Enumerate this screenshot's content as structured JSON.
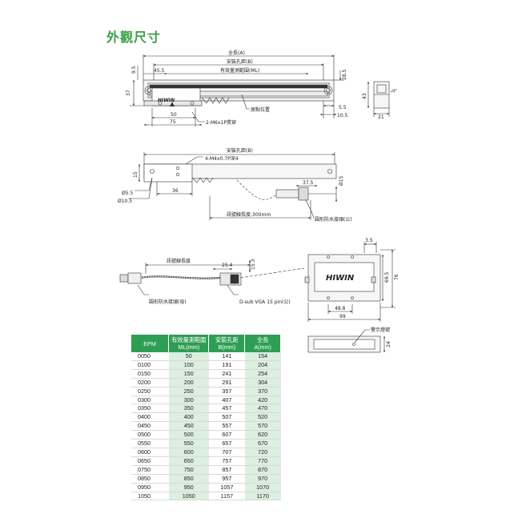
{
  "title": "外觀尺寸",
  "top_view": {
    "total_length": "全長(A)",
    "mount_pitch": "安裝孔距(B)",
    "measure_range": "有效量測範圍(ML)",
    "dim_45_5": "45.5",
    "dim_9_5": "9.5",
    "dim_37": "37",
    "dim_28_5": "28.5",
    "dim_50": "50",
    "dim_75": "75",
    "dim_5_5": "5.5",
    "dim_10_5": "10.5",
    "brand": "HIWIN",
    "origin": "原點位置",
    "thru_hole": "2-M6x1P貫穿"
  },
  "side_view": {
    "dim_43": "43",
    "dim_1": "1",
    "dim_21": "21"
  },
  "bottom_view": {
    "mount_pitch": "安裝孔距(B)",
    "tap_hole": "4-M4x0.7P深4",
    "dim_15": "15",
    "dim_36": "36",
    "dim_5_5": "Ø5.5",
    "dim_10_5": "Ø10.5",
    "dim_37_5": "37.5",
    "dim_15_dia": "Ø15",
    "cable_length": "訊號線長度:300mm",
    "connector_male": "圓形防水接頭(公)"
  },
  "cable_view": {
    "signal_cable": "訊號線長度",
    "dim_25_4": "25.4",
    "dim_15_3": "15.3",
    "connector_female": "圓形防水接頭(母)",
    "dsub": "D-sub VGA 15 pin(公)"
  },
  "box_view": {
    "dim_3_5": "3.5",
    "dim_69_5": "69.5",
    "dim_76": "76",
    "dim_48_8": "48.8",
    "dim_99": "99",
    "brand": "HIWIN",
    "warning_light": "警示燈號",
    "dim_24": "24"
  },
  "table": {
    "headers": [
      "EPM",
      "有效量測範圍\nML(mm)",
      "安裝孔距\nB(mm)",
      "全長\nA(mm)"
    ],
    "header_parts": {
      "h2a": "有效量測範圍",
      "h2b": "ML(mm)",
      "h3a": "安裝孔距",
      "h3b": "B(mm)",
      "h4a": "全長",
      "h4b": "A(mm)"
    },
    "rows": [
      [
        "0050",
        "50",
        "141",
        "154"
      ],
      [
        "0100",
        "100",
        "191",
        "204"
      ],
      [
        "0150",
        "150",
        "241",
        "254"
      ],
      [
        "0200",
        "200",
        "291",
        "304"
      ],
      [
        "0250",
        "250",
        "357",
        "370"
      ],
      [
        "0300",
        "300",
        "407",
        "420"
      ],
      [
        "0350",
        "350",
        "457",
        "470"
      ],
      [
        "0400",
        "400",
        "507",
        "520"
      ],
      [
        "0450",
        "450",
        "557",
        "570"
      ],
      [
        "0500",
        "500",
        "607",
        "620"
      ],
      [
        "0550",
        "550",
        "657",
        "670"
      ],
      [
        "0600",
        "600",
        "707",
        "720"
      ],
      [
        "0650",
        "650",
        "757",
        "770"
      ],
      [
        "0750",
        "750",
        "857",
        "870"
      ],
      [
        "0850",
        "850",
        "957",
        "970"
      ],
      [
        "0950",
        "950",
        "1057",
        "1070"
      ],
      [
        "1050",
        "1050",
        "1157",
        "1170"
      ]
    ]
  },
  "colors": {
    "title_green": "#3aa14a",
    "header_green": "#2f9e55",
    "stripe_green": "#dcefe0"
  }
}
